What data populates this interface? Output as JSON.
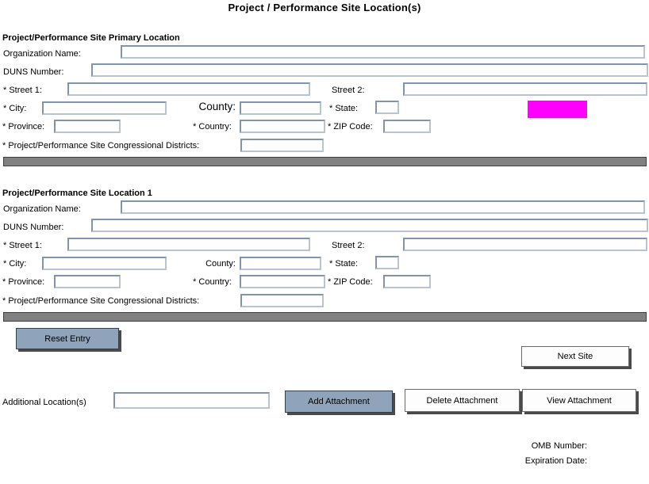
{
  "page_title": "Project / Performance Site Location(s)",
  "colors": {
    "highlight_box": "#ff00ff",
    "button_blue": "#8fa3ba",
    "divider_gray": "#818181"
  },
  "sections": [
    {
      "header": "Project/Performance Site Primary Location",
      "fields": {
        "organization_name": {
          "label": "Organization Name:",
          "value": ""
        },
        "duns_number": {
          "label": "DUNS Number:",
          "value": ""
        },
        "street1": {
          "label": "* Street 1:",
          "value": ""
        },
        "street2": {
          "label": "Street 2:",
          "value": ""
        },
        "city": {
          "label": "* City:",
          "value": ""
        },
        "county": {
          "label": "County:",
          "value": ""
        },
        "state": {
          "label": "* State:",
          "value": ""
        },
        "province": {
          "label": "* Province:",
          "value": ""
        },
        "country": {
          "label": "* Country:",
          "value": ""
        },
        "zip_code": {
          "label": "* ZIP Code:",
          "value": ""
        },
        "congressional_districts": {
          "label": "* Project/Performance Site Congressional Districts:",
          "value": ""
        }
      }
    },
    {
      "header": "Project/Performance Site Location 1",
      "fields": {
        "organization_name": {
          "label": "Organization Name:",
          "value": ""
        },
        "duns_number": {
          "label": "DUNS Number:",
          "value": ""
        },
        "street1": {
          "label": "* Street 1:",
          "value": ""
        },
        "street2": {
          "label": "Street 2:",
          "value": ""
        },
        "city": {
          "label": "* City:",
          "value": ""
        },
        "county": {
          "label": "County:",
          "value": ""
        },
        "state": {
          "label": "* State:",
          "value": ""
        },
        "province": {
          "label": "* Province:",
          "value": ""
        },
        "country": {
          "label": "* Country:",
          "value": ""
        },
        "zip_code": {
          "label": "* ZIP Code:",
          "value": ""
        },
        "congressional_districts": {
          "label": "* Project/Performance Site Congressional Districts:",
          "value": ""
        }
      }
    }
  ],
  "buttons": {
    "reset_entry": "Reset Entry",
    "next_site": "Next Site",
    "add_attachment": "Add Attachment",
    "delete_attachment": "Delete Attachment",
    "view_attachment": "View Attachment"
  },
  "attachments_row": {
    "label": "Additional Location(s)",
    "value": ""
  },
  "footer": {
    "omb_label": "OMB Number:",
    "expiration_label": "Expiration Date:"
  }
}
